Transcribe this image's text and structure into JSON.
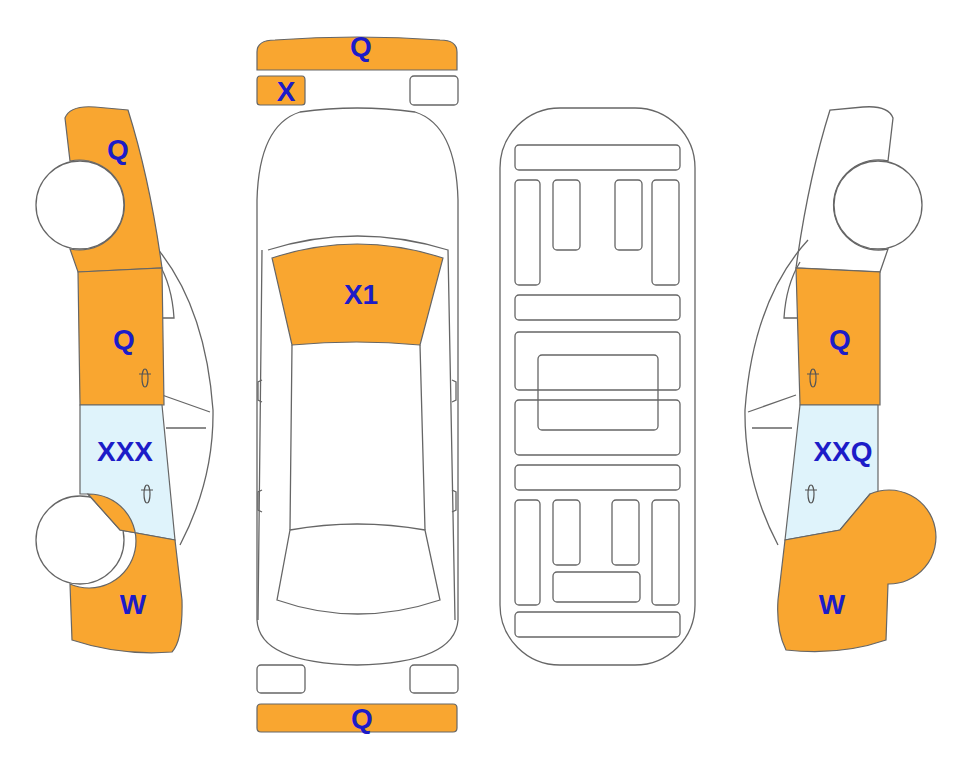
{
  "diagram": {
    "nodes": [
      {
        "text": [
          "Q"
        ]
      },
      {
        "text": [
          "X"
        ]
      },
      {
        "text": [
          "Q"
        ]
      },
      {
        "text": [
          "Q"
        ]
      },
      {
        "text": [
          "XXX"
        ]
      },
      {
        "text": [
          "W"
        ]
      },
      {
        "text": [
          "X1"
        ]
      },
      {
        "text": [
          "Q"
        ]
      },
      {
        "text": [
          "Q"
        ]
      },
      {
        "text": [
          "XXQ"
        ]
      },
      {
        "text": [
          "W"
        ]
      }
    ]
  }
}
